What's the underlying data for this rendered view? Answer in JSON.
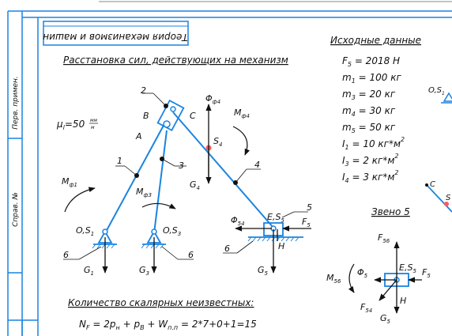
{
  "frame": {
    "title": "Теория механизмов и машин",
    "side_label_top": "Перв. примен.",
    "side_label_bottom": "Справ. №"
  },
  "section_title": "Расстановка сил, действующих на механизм",
  "scale": {
    "label": "μ",
    "sub": "l",
    "value": "=50",
    "unit_num": "мм",
    "unit_den": "м"
  },
  "initial_data": {
    "title": "Исходные данные",
    "lines": [
      {
        "sym": "F",
        "sub": "5",
        "val": " = 2018 Н",
        "sup": ""
      },
      {
        "sym": "m",
        "sub": "1",
        "val": " = 100 кг",
        "sup": ""
      },
      {
        "sym": "m",
        "sub": "3",
        "val": " = 20 кг",
        "sup": ""
      },
      {
        "sym": "m",
        "sub": "4",
        "val": " = 30 кг",
        "sup": ""
      },
      {
        "sym": "m",
        "sub": "5",
        "val": " = 50 кг",
        "sup": ""
      },
      {
        "sym": "I",
        "sub": "1",
        "val": " = 10 кг*м",
        "sup": "2"
      },
      {
        "sym": "I",
        "sub": "3",
        "val": " = 2 кг*м",
        "sup": "2"
      },
      {
        "sym": "I",
        "sub": "4",
        "val": " = 3 кг*м",
        "sup": "2"
      }
    ]
  },
  "mechanism": {
    "points": {
      "B": "B",
      "C": "C",
      "A": "A",
      "S4": "S",
      "S4_sub": "4",
      "OS1": "O,S",
      "OS1_sub": "1",
      "OS3": "O,S",
      "OS3_sub": "3",
      "ES5": "E,S",
      "ES5_sub": "5",
      "H": "H"
    },
    "links": {
      "l1": "1",
      "l2": "2",
      "l3": "3",
      "l4": "4",
      "l5": "5",
      "g1": "6",
      "g3": "6",
      "g5": "6"
    },
    "forces": {
      "Phi4": "Φ",
      "Phi4_sub": "ф4",
      "M4": "M",
      "M4_sub": "ф4",
      "M1": "M",
      "M1_sub": "ф1",
      "M3": "M",
      "M3_sub": "ф3",
      "G4": "G",
      "G4_sub": "4",
      "G1": "G",
      "G1_sub": "1",
      "G3": "G",
      "G3_sub": "3",
      "G5": "G",
      "G5_sub": "5",
      "Phi54": "Φ",
      "Phi54_sub": "54",
      "F5": "F",
      "F5_sub": "5"
    }
  },
  "link5": {
    "title": "Звено 5",
    "F56": "F",
    "F56_sub": "56",
    "ES5": "E,S",
    "ES5_sub": "5",
    "Phi5": "Φ",
    "Phi5_sub": "5",
    "F5": "F",
    "F5_sub": "5",
    "M56": "M",
    "M56_sub": "56",
    "F54": "F",
    "F54_sub": "54",
    "H": "H",
    "G5": "G",
    "G5_sub": "5"
  },
  "right_partial": {
    "OS1": "O,S",
    "OS1_sub": "1",
    "C": "C",
    "S": "S"
  },
  "unknowns": {
    "title": "Количество скалярных неизвестных:",
    "formula": "N",
    "formula_sub": "F",
    "formula_rest": " = 2p",
    "p_sub": "н",
    "plus": " + p",
    "p3_sub": "В",
    "plus2": " + W",
    "w_sub": "п.п",
    "result": " = 2*7+0+1=15"
  }
}
